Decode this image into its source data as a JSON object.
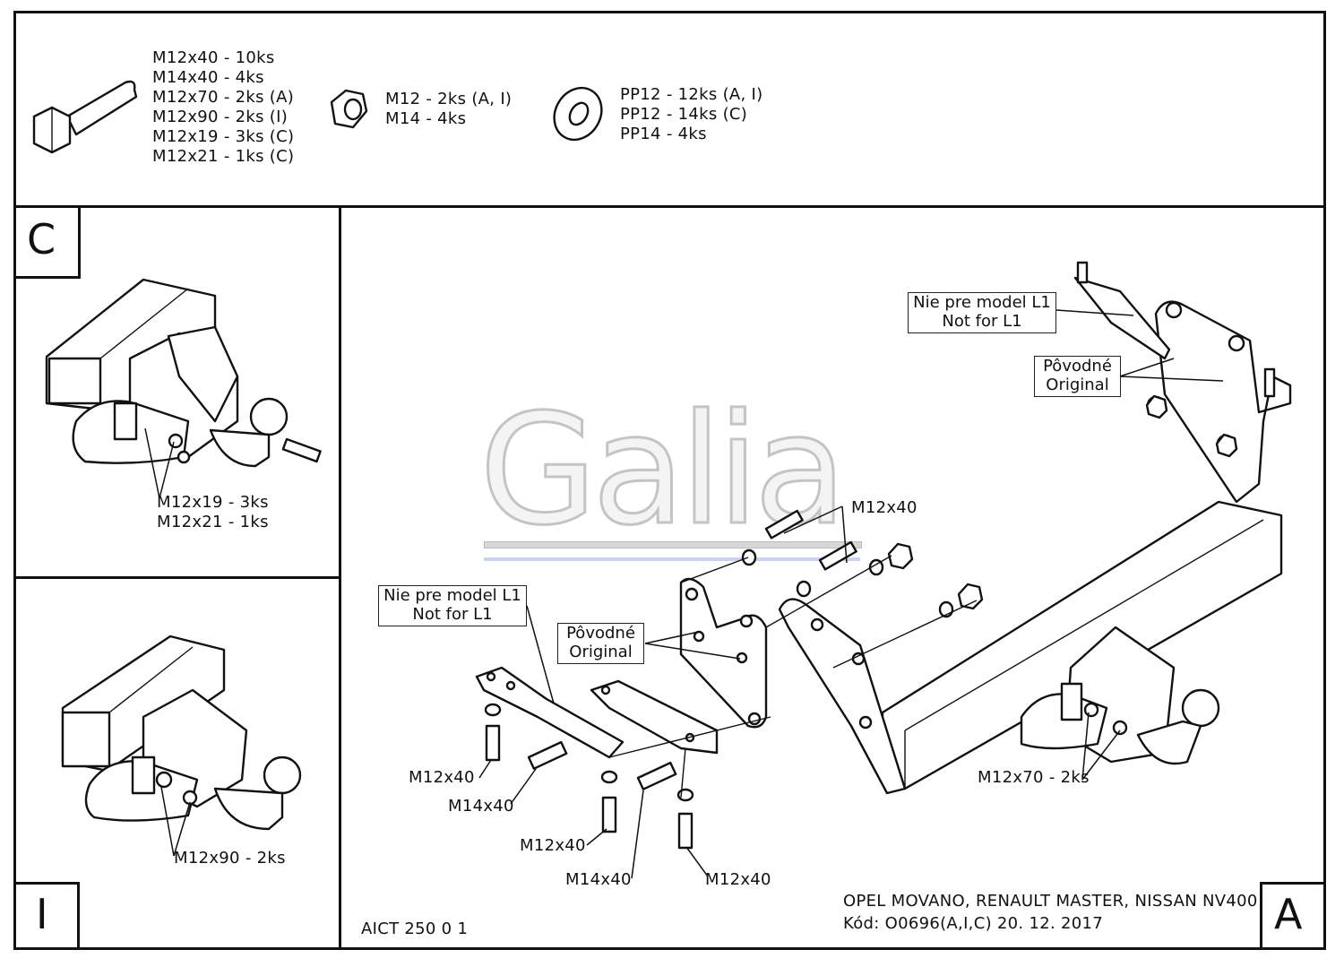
{
  "hardware": {
    "bolts": [
      "M12x40 - 10ks",
      "M14x40 - 4ks",
      "M12x70 - 2ks (A)",
      "M12x90 - 2ks (I)",
      "M12x19 - 3ks (C)",
      "M12x21 - 1ks (C)"
    ],
    "nuts": [
      "M12 - 2ks (A, I)",
      "M14 - 4ks"
    ],
    "washers": [
      "PP12 - 12ks (A, I)",
      "PP12 - 14ks (C)",
      "PP14 - 4ks"
    ]
  },
  "panels": {
    "c": {
      "letter": "C",
      "callouts": [
        "M12x19 - 3ks",
        "M12x21 - 1ks"
      ]
    },
    "i": {
      "letter": "I",
      "callout": "M12x90 - 2ks"
    },
    "a": {
      "letter": "A"
    }
  },
  "main": {
    "note_top": [
      "Nie pre model L1",
      "Not for L1"
    ],
    "original_top": [
      "Pôvodné",
      "Original"
    ],
    "note_left": [
      "Nie pre model L1",
      "Not for L1"
    ],
    "original_left": [
      "Pôvodné",
      "Original"
    ],
    "labels": {
      "m12x40_top": "M12x40",
      "m12x40_a": "M12x40",
      "m14x40_a": "M14x40",
      "m12x40_b": "M12x40",
      "m14x40_b": "M14x40",
      "m12x40_c": "M12x40",
      "m12x70": "M12x70 - 2ks"
    },
    "logo": "Galia",
    "drawing_code": "AICT 250 0 1",
    "vehicle": "OPEL MOVANO, RENAULT MASTER, NISSAN NV400",
    "code_line": "Kód: O0696(A,I,C)  20. 12. 2017"
  }
}
